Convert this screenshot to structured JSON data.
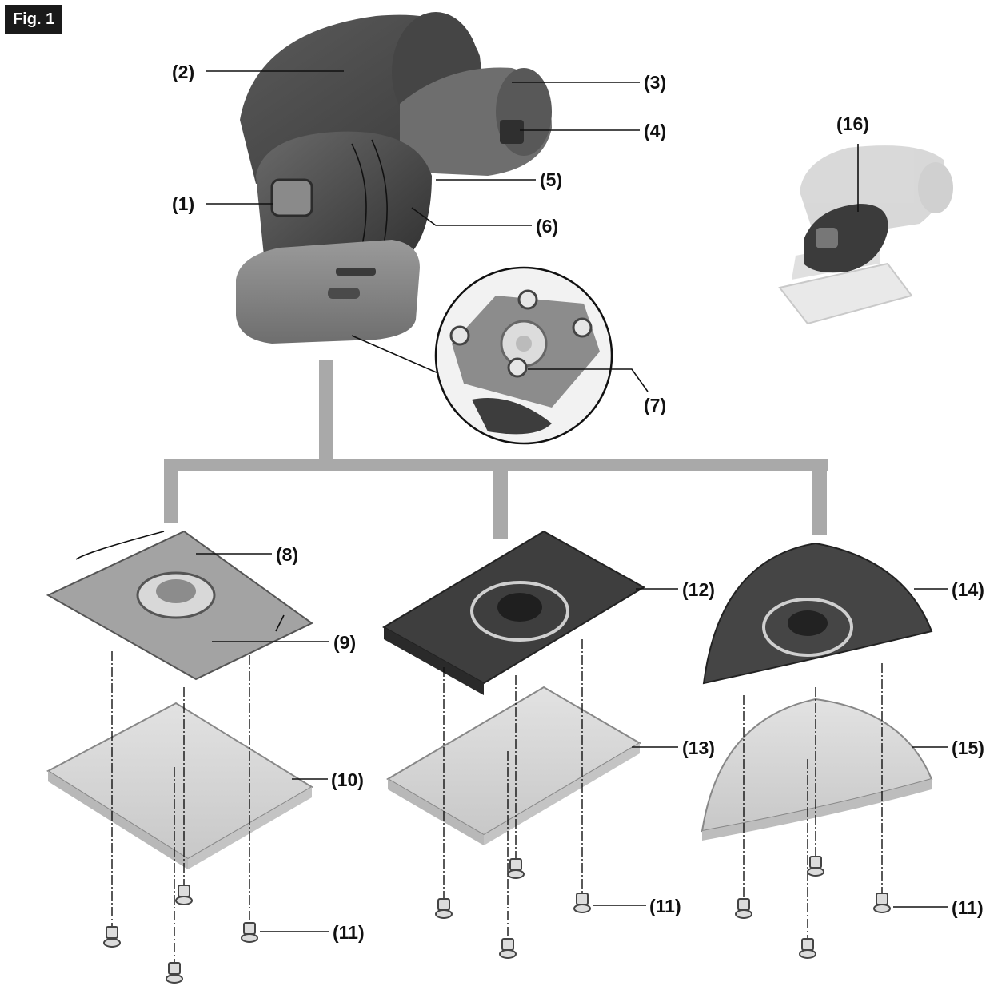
{
  "figure": {
    "label": "Fig. 1"
  },
  "callouts": {
    "c1": "(1)",
    "c2": "(2)",
    "c3": "(3)",
    "c4": "(4)",
    "c5": "(5)",
    "c6": "(6)",
    "c7": "(7)",
    "c8": "(8)",
    "c9": "(9)",
    "c10": "(10)",
    "c11a": "(11)",
    "c11b": "(11)",
    "c11c": "(11)",
    "c12": "(12)",
    "c13": "(13)",
    "c14": "(14)",
    "c15": "(15)",
    "c16": "(16)"
  },
  "colors": {
    "dark_body": "#4a4a4a",
    "mid_body": "#6e6e6e",
    "light_part": "#bdbdbd",
    "pad_sheet": "#dcdcdc",
    "connector": "#a9a9a9"
  }
}
